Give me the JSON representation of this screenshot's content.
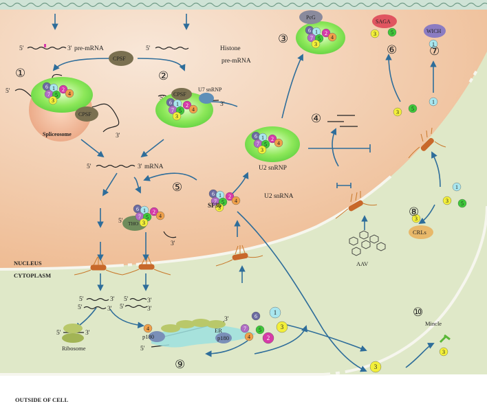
{
  "regions": {
    "nucleus": "NUCLEUS",
    "cytoplasm": "CYTOPLASM",
    "outside": "OUTSIDE OF CELL"
  },
  "labels": {
    "pre_mrna": "pre-mRNA",
    "histone_1": "Histone",
    "histone_2": "pre-mRNA",
    "cpsf": "CPSF",
    "u7": "U7 snRNP",
    "spliceosome": "Spliceosome",
    "mrna": "mRNA",
    "pcg": "PcG",
    "saga": "SAGA",
    "wich": "WICH",
    "u2snrnp": "U2 snRNP",
    "u2snrna": "U2 snRNA",
    "sf3b": "SF3b",
    "tho": "THO",
    "crls": "CRLs",
    "aav": "AAV",
    "er": "ER",
    "p180": "p180",
    "ribosome": "Ribosome",
    "mincle": "Mincle",
    "five": "5'",
    "three": "3'"
  },
  "steps": [
    "①",
    "②",
    "③",
    "④",
    "⑤",
    "⑥",
    "⑦",
    "⑧",
    "⑨",
    "⑩"
  ],
  "subunits": [
    "1",
    "2",
    "3",
    "4",
    "5",
    "6",
    "7"
  ],
  "colors": {
    "s1": "#a9e6ee",
    "s2": "#d63aa8",
    "s3": "#f2ef3a",
    "s4": "#f0a04a",
    "s5": "#3fc83a",
    "s6": "#6b6aa0",
    "s7": "#b06cc4",
    "nucleus": "#f0c7a4",
    "cytoplasm": "#dfe8c8",
    "arrow": "#2e6d9a"
  }
}
